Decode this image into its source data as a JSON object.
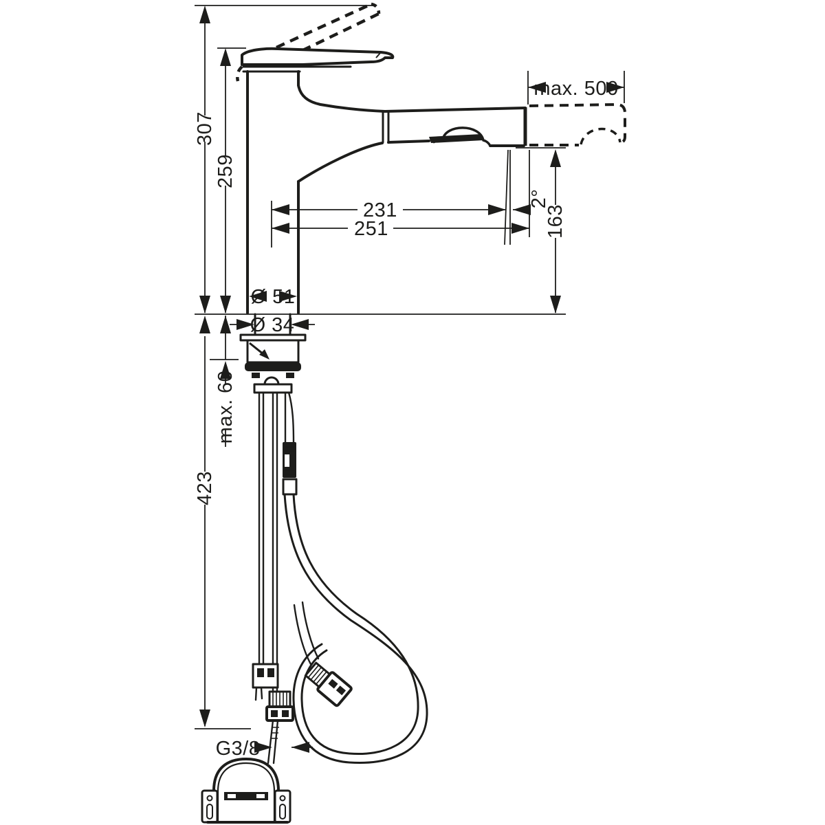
{
  "drawing": {
    "background": "#ffffff",
    "line_color": "#1d1d1b",
    "labels": {
      "total_height": "307",
      "spout_top_height": "259",
      "max_pullout_extension": "max. 500",
      "spout_reach": "231",
      "spout_reach_overall": "251",
      "spray_angle": "2°",
      "outlet_height": "163",
      "base_diameter": "Ø 51",
      "shank_diameter": "Ø 34",
      "max_counter_thickness": "max. 60",
      "hose_drop_length": "423",
      "connection_thread": "G3/8"
    }
  }
}
